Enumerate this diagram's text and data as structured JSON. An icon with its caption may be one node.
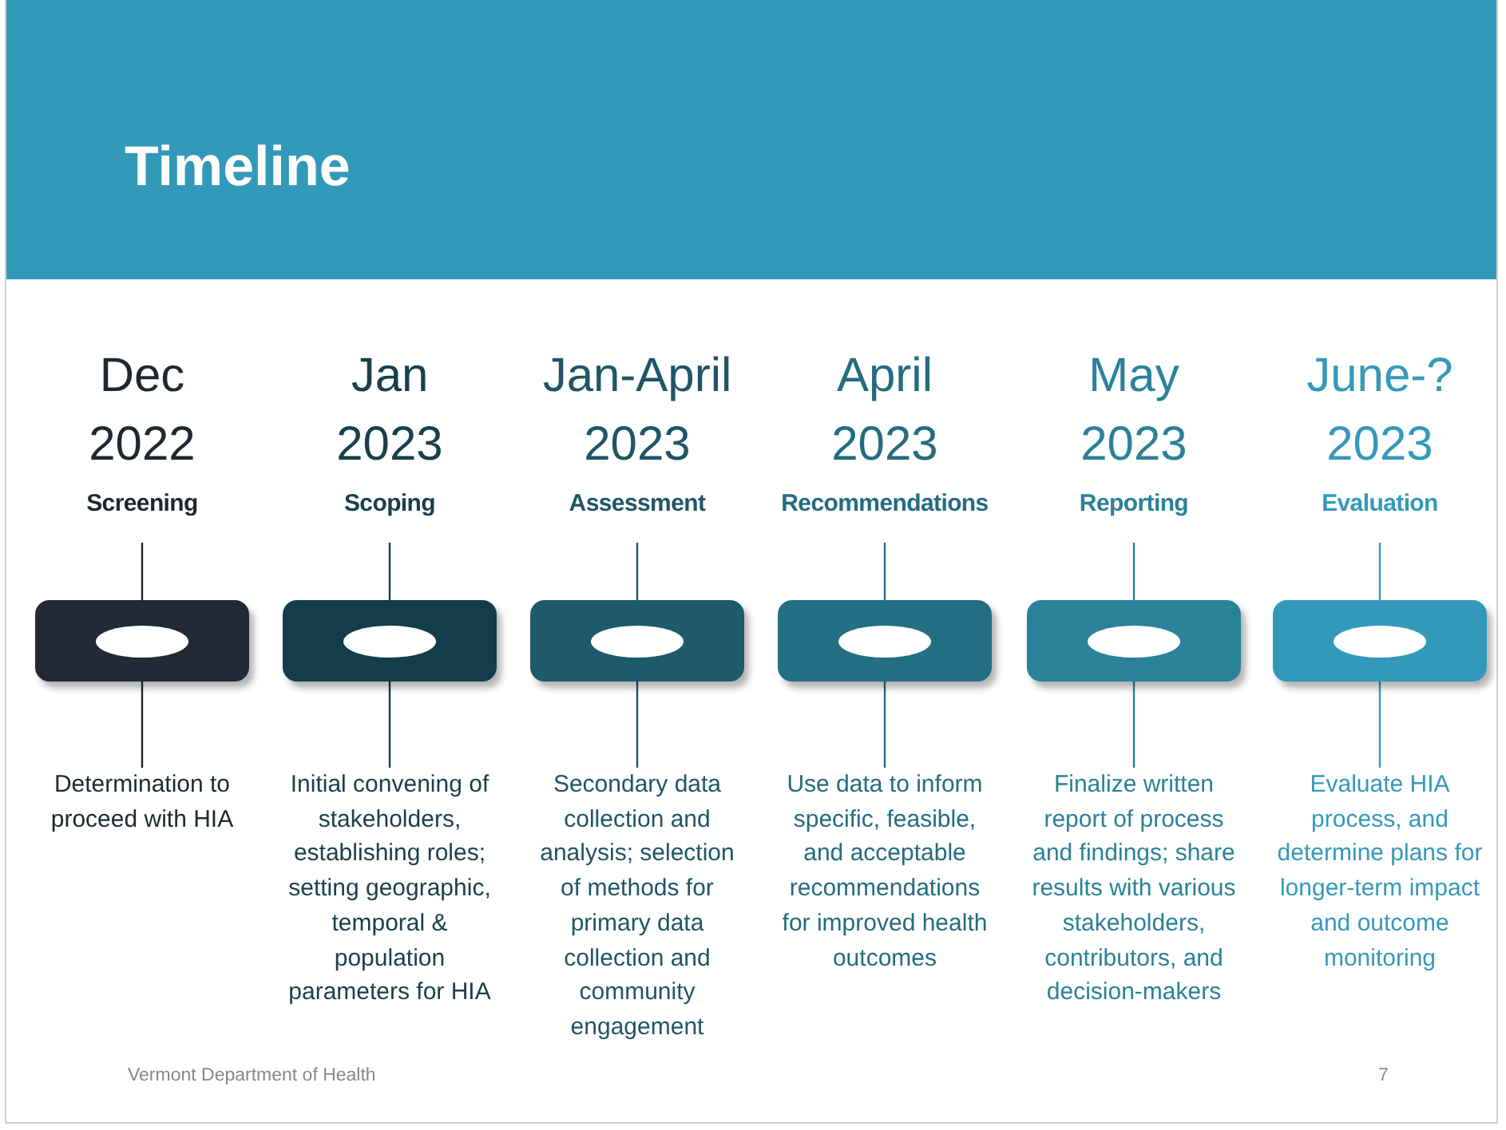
{
  "diagram": {
    "title": "Timeline",
    "nodes": [
      {
        "text": [
          "Dec 2022",
          "Screening"
        ]
      },
      {
        "text": [],
        "shape": "box"
      },
      {
        "text": [
          "Determination to proceed with HIA"
        ]
      },
      {
        "text": [
          "Jan 2023",
          "Scoping"
        ]
      },
      {
        "text": [],
        "shape": "box"
      },
      {
        "text": [
          "Initial convening of stakeholders, establishing roles; setting geographic, temporal & population parameters for HIA"
        ]
      },
      {
        "text": [
          "Jan-April 2023",
          "Assessment"
        ]
      },
      {
        "text": [],
        "shape": "box"
      },
      {
        "text": [
          "Secondary data collection and analysis; selection of methods for primary data collection and community engagement"
        ]
      },
      {
        "text": [
          "April 2023",
          "Recommendations"
        ]
      },
      {
        "text": [],
        "shape": "box"
      },
      {
        "text": [
          "Use data to inform specific, feasible, and acceptable recommendations for improved health outcomes"
        ]
      },
      {
        "text": [
          "May 2023",
          "Reporting"
        ]
      },
      {
        "text": [],
        "shape": "box"
      },
      {
        "text": [
          "Finalize written report of process and findings; share results with various stakeholders, contributors, and decision-makers"
        ]
      },
      {
        "text": [
          "June-? 2023",
          "Evaluation"
        ]
      },
      {
        "text": [],
        "shape": "box"
      },
      {
        "text": [
          "Evaluate HIA process, and determine plans for longer-term impact and outcome monitoring"
        ]
      }
    ],
    "edges": [
      {
        "from": 0,
        "to": 1,
        "arrow": "none",
        "color": "#1f2830"
      },
      {
        "from": 1,
        "to": 2,
        "arrow": "none",
        "color": "#1f2830"
      },
      {
        "from": 3,
        "to": 4,
        "arrow": "none",
        "color": "#183f4b"
      },
      {
        "from": 4,
        "to": 5,
        "arrow": "none",
        "color": "#183f4b"
      },
      {
        "from": 6,
        "to": 7,
        "arrow": "none",
        "color": "#1f5566"
      },
      {
        "from": 7,
        "to": 8,
        "arrow": "none",
        "color": "#1f5566"
      },
      {
        "from": 9,
        "to": 10,
        "arrow": "none",
        "color": "#246c80"
      },
      {
        "from": 10,
        "to": 11,
        "arrow": "none",
        "color": "#246c80"
      },
      {
        "from": 12,
        "to": 13,
        "arrow": "none",
        "color": "#2b8199"
      },
      {
        "from": 13,
        "to": 14,
        "arrow": "none",
        "color": "#2b8199"
      },
      {
        "from": 15,
        "to": 16,
        "arrow": "none",
        "color": "#3599bb"
      },
      {
        "from": 16,
        "to": 17,
        "arrow": "none",
        "color": "#3599bb"
      }
    ],
    "labels": [
      "Vermont Department of Health",
      "7"
    ]
  }
}
